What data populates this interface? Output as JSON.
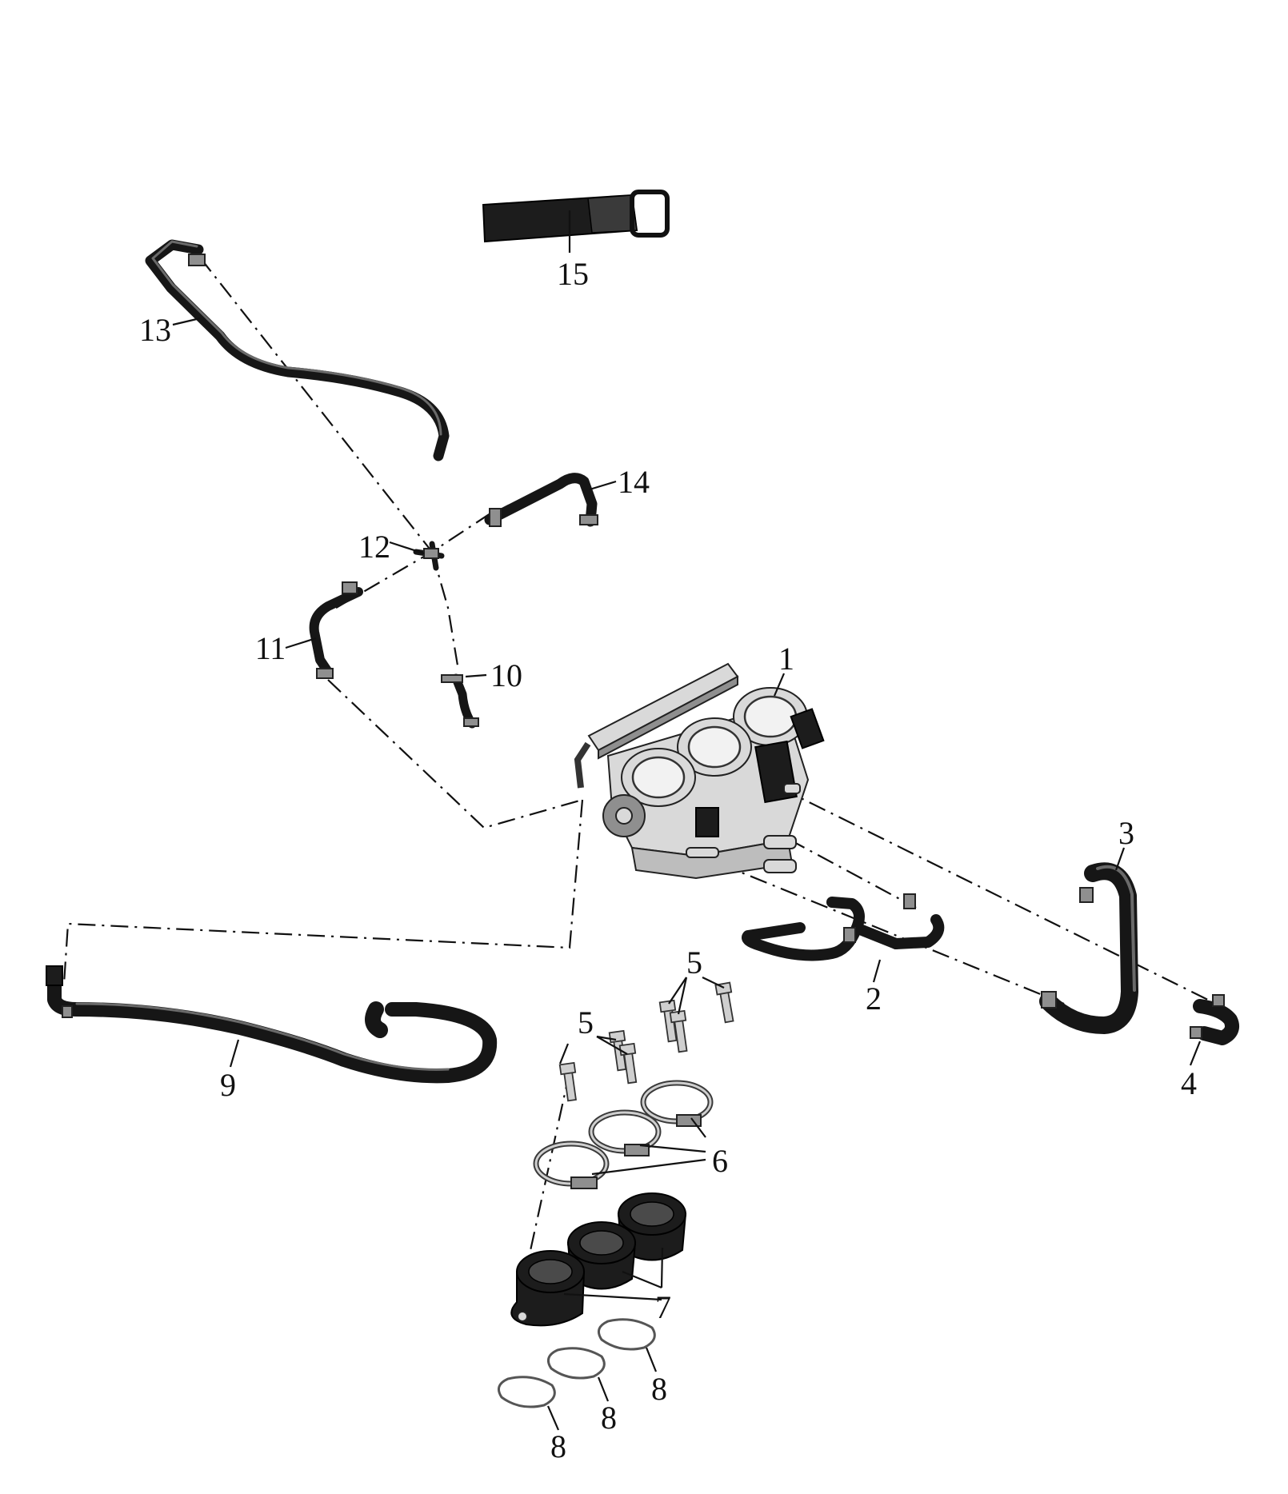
{
  "callouts": {
    "c1": "1",
    "c2": "2",
    "c3": "3",
    "c4": "4",
    "c5a": "5",
    "c5b": "5",
    "c6": "6",
    "c7": "7",
    "c8a": "8",
    "c8b": "8",
    "c8c": "8",
    "c9": "9",
    "c10": "10",
    "c11": "11",
    "c12": "12",
    "c13": "13",
    "c14": "14",
    "c15": "15"
  },
  "colors": {
    "hose": "#161616",
    "metal": "#d9d9d9",
    "text": "#111111"
  }
}
